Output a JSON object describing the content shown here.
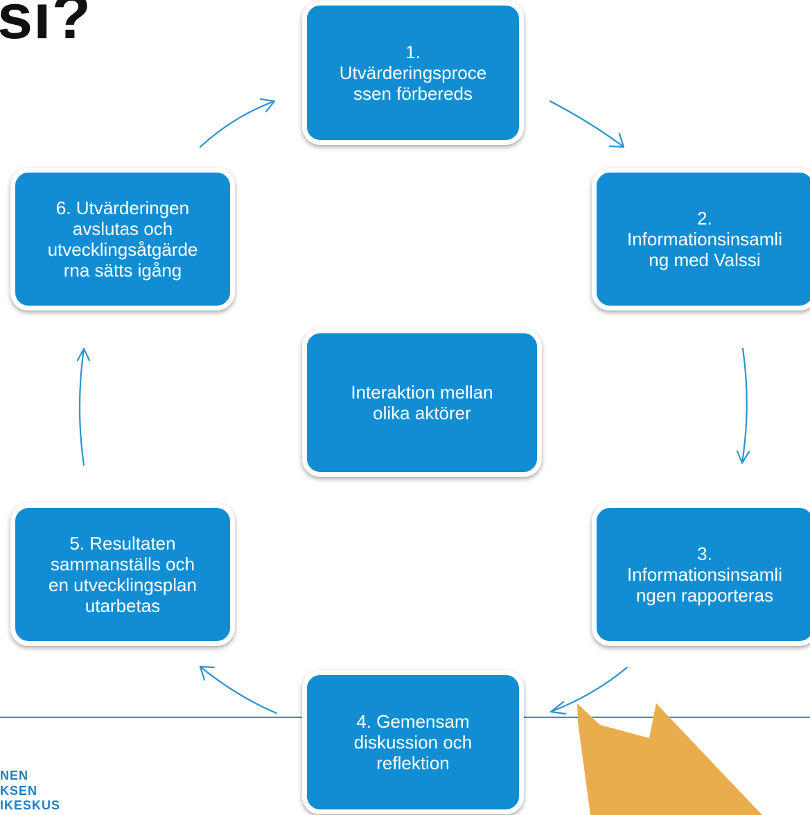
{
  "title_fragment": "si?",
  "colors": {
    "box_fill": "#118ed3",
    "arrow": "#2a94cf",
    "line": "#2a94cf",
    "pointer_arrow": "#e9ad4e",
    "logo_text": "#1f7fc2"
  },
  "cycle_steps": [
    {
      "label": "1.\nUtvärderingsproce\nssen förbereds"
    },
    {
      "label": "2.\nInformationsinsamli\nng med Valssi"
    },
    {
      "label": "3.\nInformationsinsamli\nngen rapporteras"
    },
    {
      "label": "4. Gemensam\ndiskussion och\nreflektion"
    },
    {
      "label": "5. Resultaten\nsammanställs och\nen utvecklingsplan\nutarbetas"
    },
    {
      "label": "6. Utvärderingen\navslutas och\nutvecklingsåtgärde\nrna sätts igång"
    }
  ],
  "center": {
    "label": "Interaktion mellan\nolika aktörer"
  },
  "logo_text": "NEN\nKSEN\nIKESKUS"
}
